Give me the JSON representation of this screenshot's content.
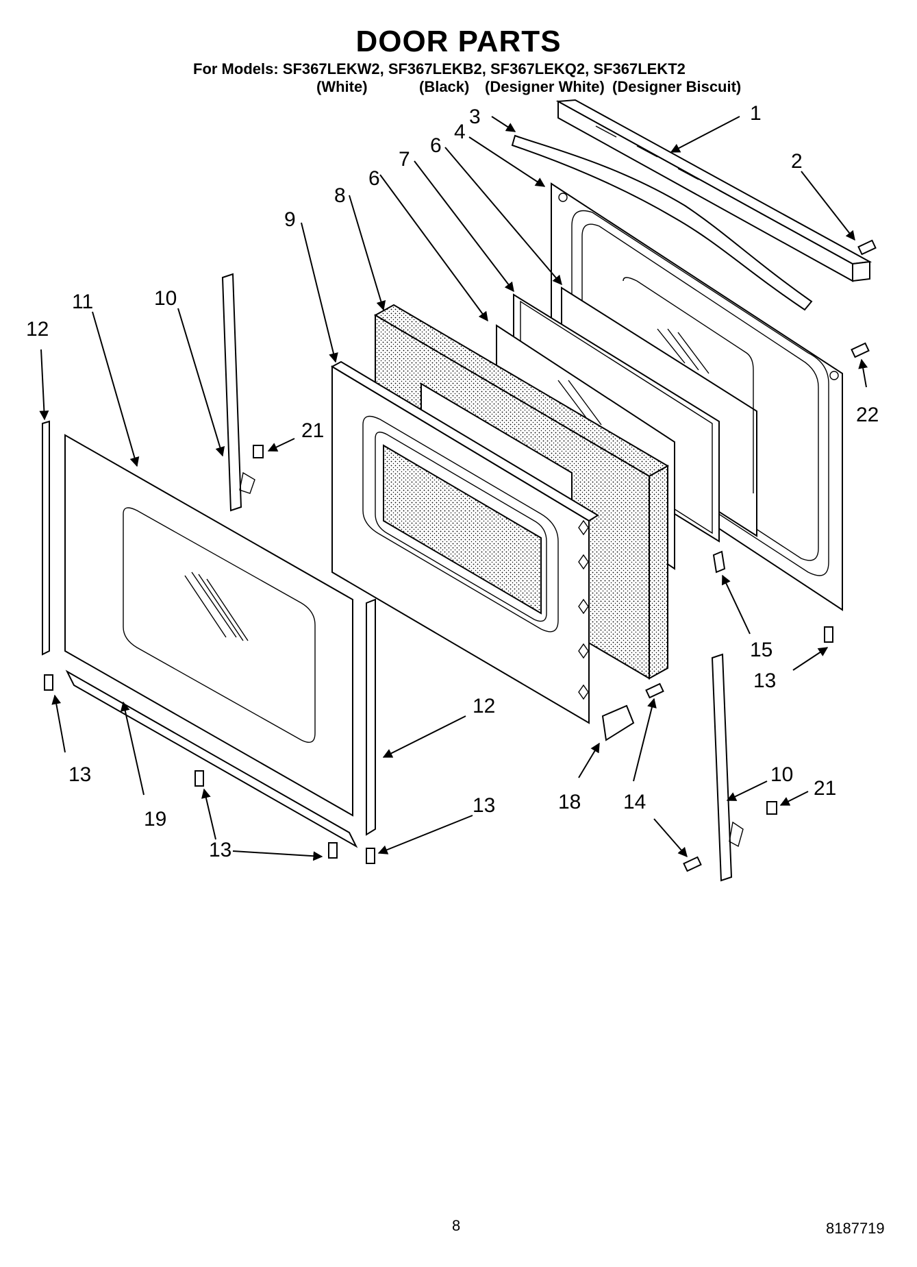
{
  "header": {
    "title": "DOOR PARTS",
    "models_line": "For Models: SF367LEKW2, SF367LEKB2, SF367LEKQ2, SF367LEKT2",
    "variants": [
      "(White)",
      "(Black)",
      "(Designer White)",
      "(Designer Biscuit)"
    ]
  },
  "callouts": {
    "c1": "1",
    "c2": "2",
    "c3": "3",
    "c4": "4",
    "c6a": "6",
    "c6b": "6",
    "c7": "7",
    "c8": "8",
    "c9": "9",
    "c10a": "10",
    "c10b": "10",
    "c11": "11",
    "c12a": "12",
    "c12b": "12",
    "c13a": "13",
    "c13b": "13",
    "c13c": "13",
    "c13d": "13",
    "c14": "14",
    "c15": "15",
    "c18": "18",
    "c19": "19",
    "c21a": "21",
    "c21b": "21",
    "c22": "22"
  },
  "footer": {
    "page_number": "8",
    "document_number": "8187719"
  }
}
